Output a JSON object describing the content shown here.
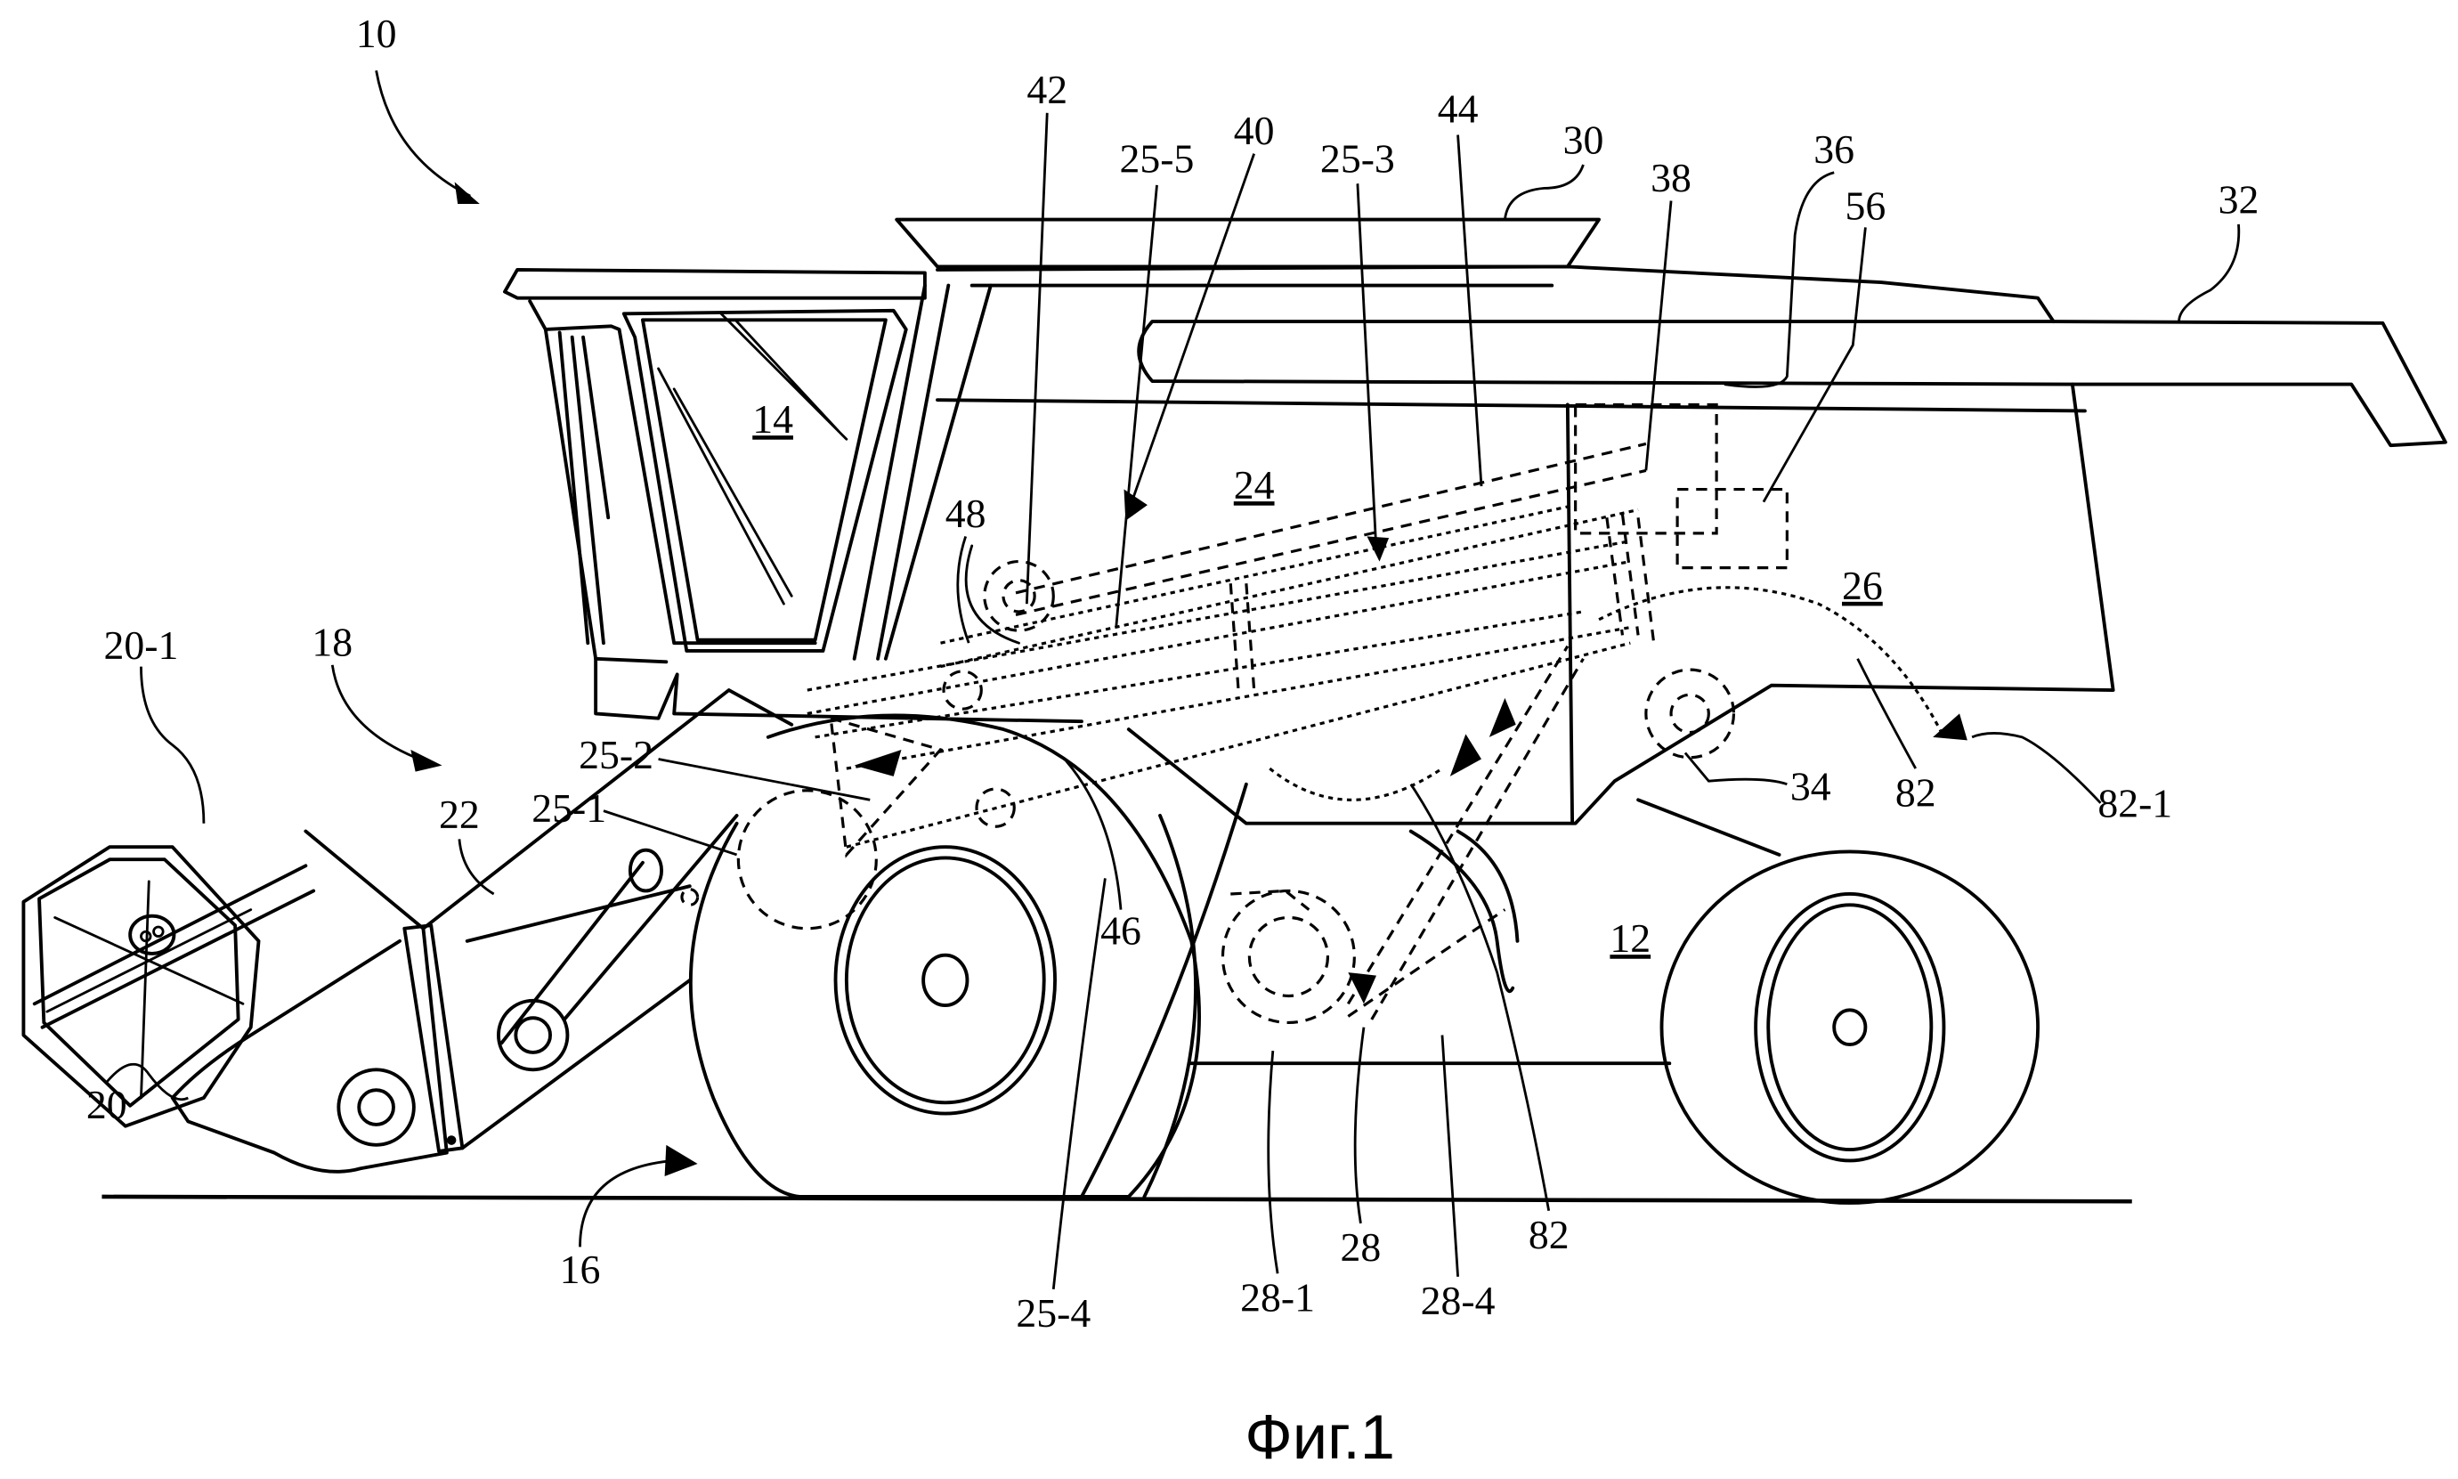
{
  "figure": {
    "caption": "Фиг.1",
    "subject": "combine harvester, side view"
  },
  "labels": {
    "l10": "10",
    "l12": "12",
    "l14": "14",
    "l16": "16",
    "l18": "18",
    "l20": "20",
    "l20_1": "20-1",
    "l22": "22",
    "l24": "24",
    "l25_1": "25-1",
    "l25_2": "25-2",
    "l25_3": "25-3",
    "l25_4": "25-4",
    "l25_5": "25-5",
    "l26": "26",
    "l28": "28",
    "l28_1": "28-1",
    "l28_4": "28-4",
    "l30": "30",
    "l32": "32",
    "l34": "34",
    "l36": "36",
    "l38": "38",
    "l40": "40",
    "l42": "42",
    "l44": "44",
    "l46": "46",
    "l48": "48",
    "l56": "56",
    "l82_a": "82",
    "l82_b": "82",
    "l82_1": "82-1"
  }
}
